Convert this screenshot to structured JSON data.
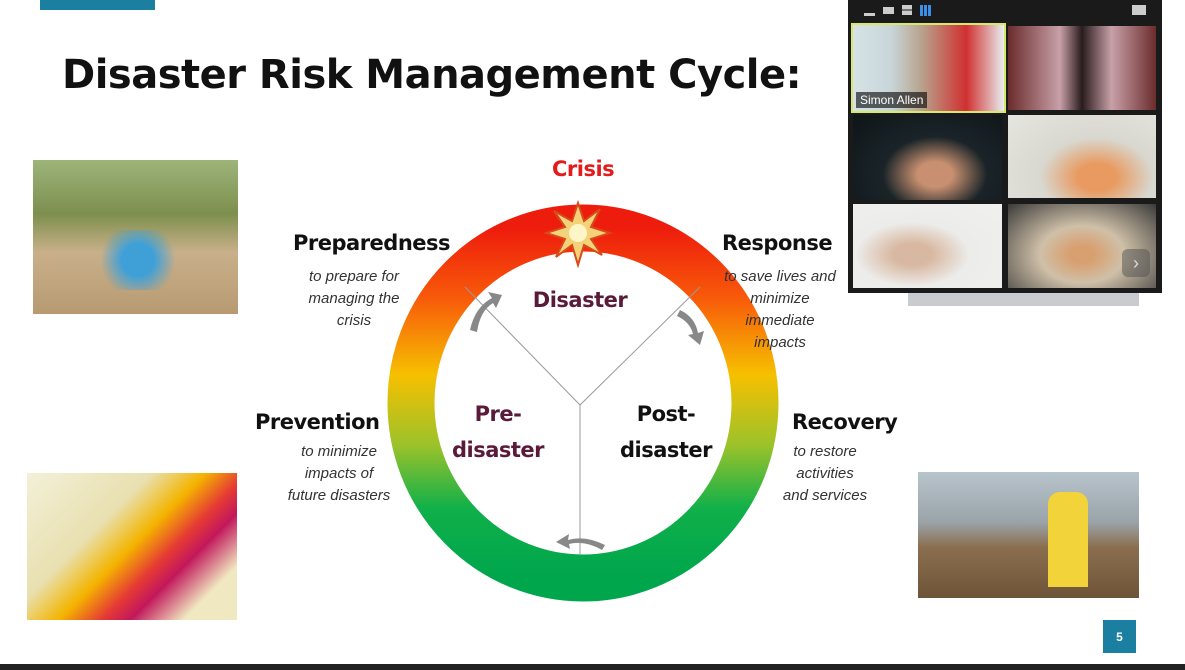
{
  "slide": {
    "title": "Disaster Risk Management Cycle:",
    "crisis": "Crisis",
    "phases": [
      {
        "label": "Preparedness",
        "desc": [
          "to prepare for",
          "managing the",
          "crisis"
        ]
      },
      {
        "label": "Response",
        "desc": [
          "to save lives and",
          "minimize",
          "immediate",
          "impacts"
        ]
      },
      {
        "label": "Prevention",
        "desc": [
          "to minimize",
          "impacts of",
          "future disasters"
        ]
      },
      {
        "label": "Recovery",
        "desc": [
          "to restore",
          "activities",
          "and services"
        ]
      }
    ],
    "inner": {
      "disaster": "Disaster",
      "pre": [
        "Pre-",
        "disaster"
      ],
      "post": [
        "Post-",
        "disaster"
      ]
    },
    "slide_number": "5",
    "colors": {
      "accent": "#1a7fa0",
      "crisis": "#e21b1b",
      "inner_text": "#5a1a3a"
    }
  },
  "zoom": {
    "speaker_name": "Simon Allen",
    "view_icons": [
      "minimize-icon",
      "small-view-icon",
      "split-view-icon",
      "gallery-view-icon"
    ],
    "participants": 6
  }
}
